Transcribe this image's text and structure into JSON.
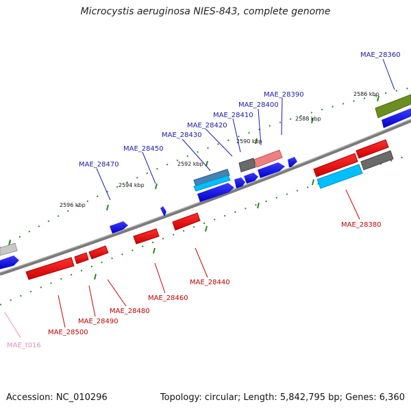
{
  "title": "Microcystis aeruginosa NIES-843, complete genome",
  "footer": {
    "accession": "Accession: NC_010296",
    "summary": "Topology: circular; Length: 5,842,795 bp; Genes: 6,360"
  },
  "colors": {
    "backbone": "#7a7a7a",
    "tick": "#1f8a1f",
    "forward_label": "#1a1aa6",
    "reverse_label": "#c00000",
    "trna_label": "#e58ac0"
  },
  "ticks": [
    "2586 kbp",
    "2588 kbp",
    "2590 kbp",
    "2592 kbp",
    "2594 kbp",
    "2596 kbp"
  ],
  "genes": [
    {
      "label": "MAE_28360",
      "strand": "forward"
    },
    {
      "label": "MAE_28390",
      "strand": "forward"
    },
    {
      "label": "MAE_28400",
      "strand": "forward"
    },
    {
      "label": "MAE_28410",
      "strand": "forward"
    },
    {
      "label": "MAE_28420",
      "strand": "forward"
    },
    {
      "label": "MAE_28430",
      "strand": "forward"
    },
    {
      "label": "MAE_28450",
      "strand": "forward"
    },
    {
      "label": "MAE_28470",
      "strand": "forward"
    },
    {
      "label": "MAE_28380",
      "strand": "reverse"
    },
    {
      "label": "MAE_28440",
      "strand": "reverse"
    },
    {
      "label": "MAE_28460",
      "strand": "reverse"
    },
    {
      "label": "MAE_28480",
      "strand": "reverse"
    },
    {
      "label": "MAE_28490",
      "strand": "reverse"
    },
    {
      "label": "MAE_28500",
      "strand": "reverse"
    },
    {
      "label": "MAE_t016",
      "strand": "trna"
    }
  ]
}
